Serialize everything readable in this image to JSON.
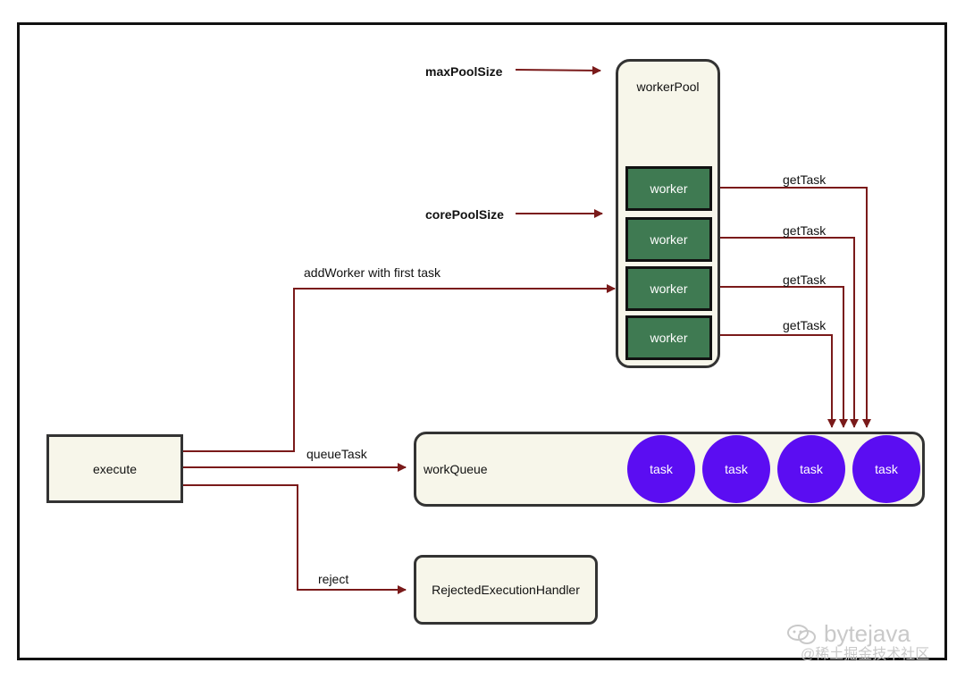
{
  "diagram": {
    "labels": {
      "max_pool_size": "maxPoolSize",
      "core_pool_size": "corePoolSize",
      "add_worker": "addWorker with first task",
      "queue_task": "queueTask",
      "reject": "reject",
      "get_task": [
        "getTask",
        "getTask",
        "getTask",
        "getTask"
      ]
    },
    "execute": "execute",
    "worker_pool": {
      "title": "workerPool",
      "workers": [
        "worker",
        "worker",
        "worker",
        "worker"
      ]
    },
    "work_queue": {
      "title": "workQueue",
      "tasks": [
        "task",
        "task",
        "task",
        "task"
      ]
    },
    "rejected_handler": "RejectedExecutionHandler",
    "colors": {
      "arrow": "#7a1a1a",
      "worker_fill": "#3f7a52",
      "task_fill": "#5b0df2",
      "box_fill": "#f7f6ea"
    }
  },
  "watermark": {
    "brand": "bytejava",
    "site": "@稀土掘金技术社区"
  }
}
